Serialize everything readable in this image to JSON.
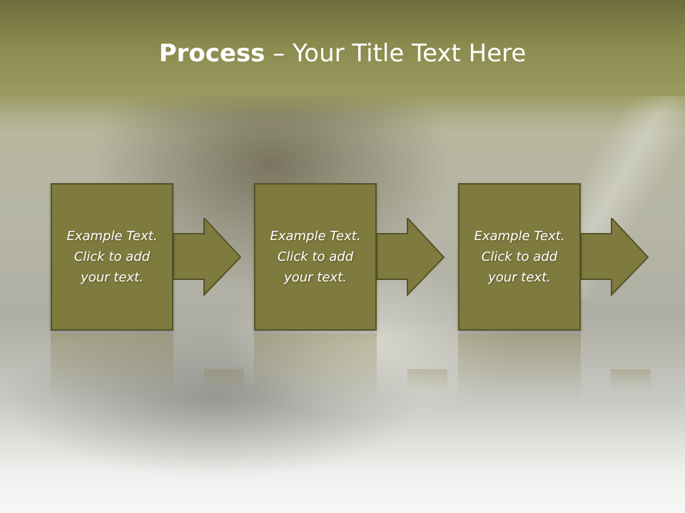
{
  "slide": {
    "title_bold": "Process",
    "title_rest": " – Your Title Text Here"
  },
  "steps": [
    {
      "line1": "Example Text.",
      "line2": "Click  to add",
      "line3": "your text."
    },
    {
      "line1": "Example Text.",
      "line2": "Click  to add",
      "line3": "your text."
    },
    {
      "line1": "Example Text.",
      "line2": "Click  to add",
      "line3": "your text."
    }
  ],
  "colors": {
    "box_fill": "#7f7b3e",
    "box_border": "#55532a",
    "title_band": "#8a8a4e",
    "text": "#ffffff"
  }
}
